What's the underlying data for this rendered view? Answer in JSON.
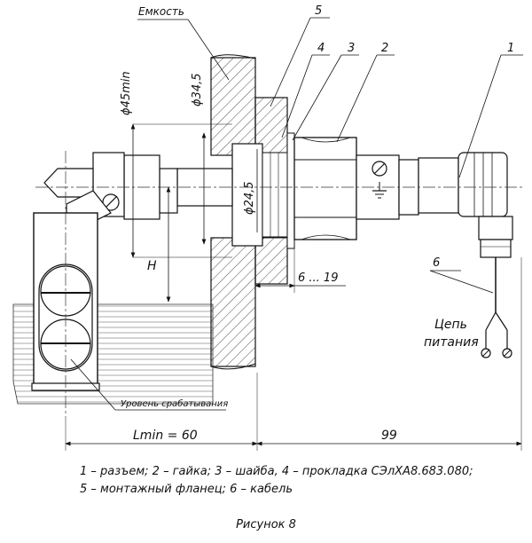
{
  "labels": {
    "container": "Емкость",
    "trigger_level": "Уровень срабатывания",
    "circuit_line1": "Цепь",
    "circuit_line2": "питания"
  },
  "callouts": [
    "1",
    "2",
    "3",
    "4",
    "5",
    "6"
  ],
  "dimensions": {
    "d45": "ϕ45min",
    "d34": "ϕ34,5",
    "d24": "ϕ24,5",
    "h": "H",
    "range": "6 ... 19",
    "lmin": "Lmin = 60",
    "len99": "99"
  },
  "legend": {
    "line1": "1 – разъем;  2 – гайка;  3 – шайба,  4 – прокладка СЭлХА8.683.080;",
    "line2": "5 – монтажный фланец;  6 – кабель"
  },
  "figure_caption": "Рисунок 8"
}
